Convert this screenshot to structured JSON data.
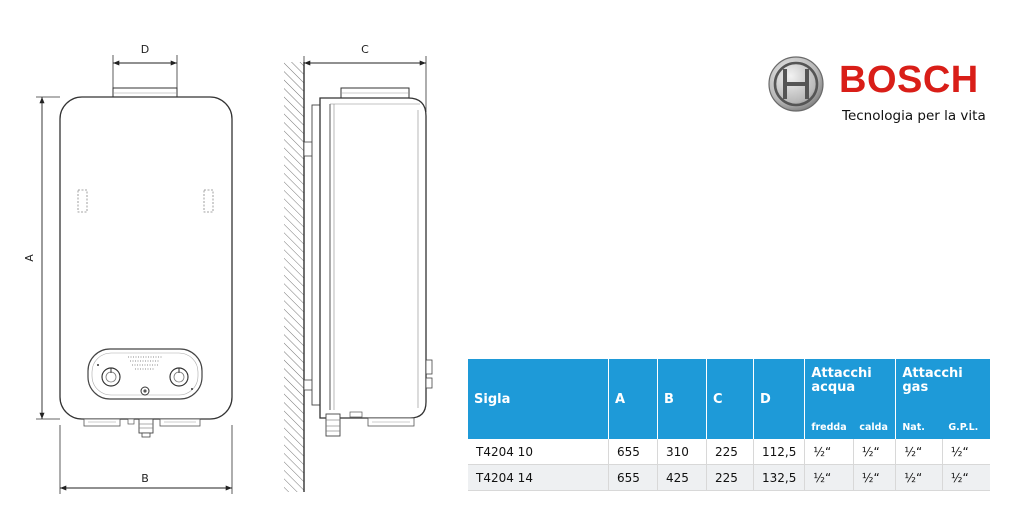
{
  "drawing": {
    "dimensions": {
      "a": "A",
      "b": "B",
      "c": "C",
      "d": "D"
    }
  },
  "brand": {
    "name": "BOSCH",
    "tagline": "Tecnologia per la vita",
    "color": "#d91e18"
  },
  "table": {
    "header_color": "#1e9ad8",
    "headers": {
      "model": "Sigla",
      "a": "A",
      "b": "B",
      "c": "C",
      "d": "D",
      "water_line1": "Attacchi",
      "water_line2": "acqua",
      "water_cold": "fredda",
      "water_hot": "calda",
      "gas_line1": "Attacchi",
      "gas_line2": "gas",
      "gas_nat": "Nat.",
      "gas_gpl": "G.P.L."
    },
    "rows": [
      {
        "model": "T4204 10",
        "a": "655",
        "b": "310",
        "c": "225",
        "d": "112,5",
        "cold": "½“",
        "hot": "½“",
        "nat": "½“",
        "gpl": "½“"
      },
      {
        "model": "T4204 14",
        "a": "655",
        "b": "425",
        "c": "225",
        "d": "132,5",
        "cold": "½“",
        "hot": "½“",
        "nat": "½“",
        "gpl": "½“"
      }
    ]
  }
}
